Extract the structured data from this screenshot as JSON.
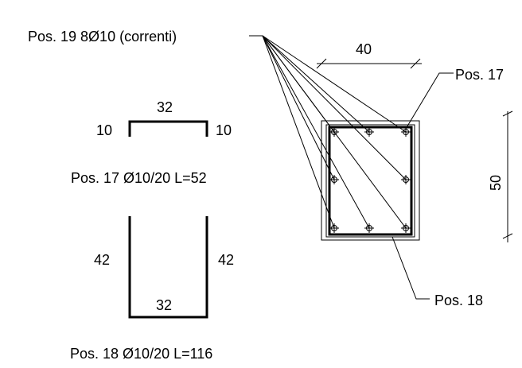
{
  "labels": {
    "pos19": "Pos. 19 8Ø10 (correnti)",
    "width_dim": "40",
    "pos17_callout": "Pos. 17",
    "height_dim": "50",
    "pos18_callout": "Pos. 18"
  },
  "stirrup17": {
    "top": "32",
    "left": "10",
    "right": "10",
    "caption": "Pos. 17  Ø10/20 L=52"
  },
  "stirrup18": {
    "left": "42",
    "right": "42",
    "bottom": "32",
    "caption": "Pos. 18  Ø10/20 L=116"
  }
}
